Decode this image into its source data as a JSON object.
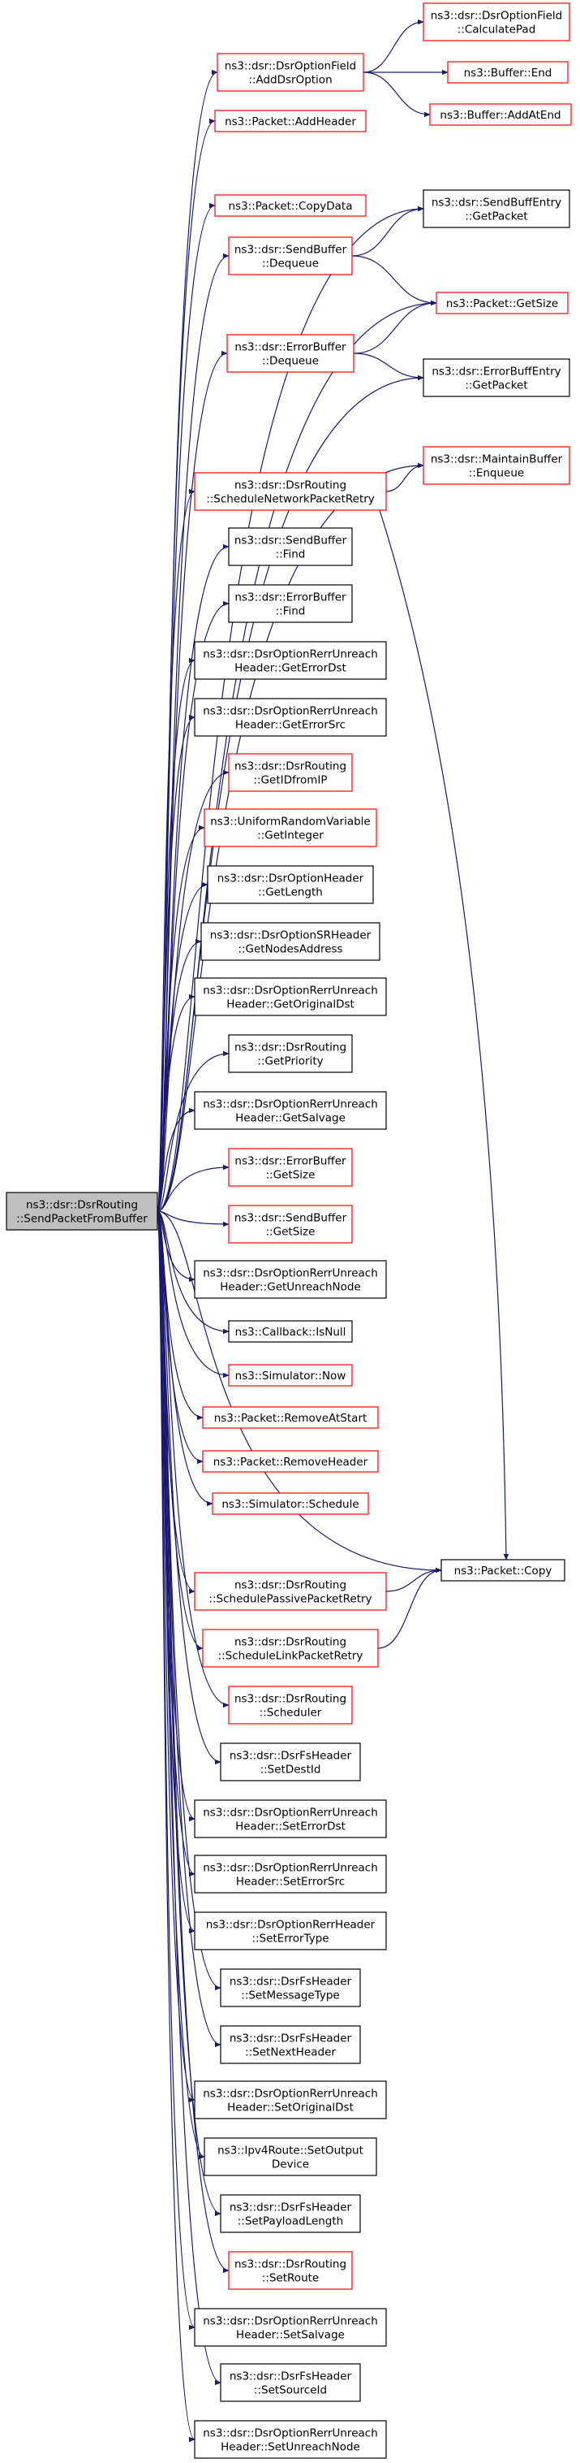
{
  "colors": {
    "edge": "#191970",
    "border_link": "#ff0000",
    "border_plain": "#000000",
    "root_fill": "#bfbfbf",
    "node_fill": "#ffffff"
  },
  "nodes": {
    "root": {
      "lines": [
        "ns3::dsr::DsrRouting",
        "::SendPacketFromBuffer"
      ],
      "style": "root"
    },
    "adddsroption": {
      "lines": [
        "ns3::dsr::DsrOptionField",
        "::AddDsrOption"
      ],
      "style": "red"
    },
    "calculatepad": {
      "lines": [
        "ns3::dsr::DsrOptionField",
        "::CalculatePad"
      ],
      "style": "red"
    },
    "bufferend": {
      "lines": [
        "ns3::Buffer::End"
      ],
      "style": "red"
    },
    "bufferaddatend": {
      "lines": [
        "ns3::Buffer::AddAtEnd"
      ],
      "style": "red"
    },
    "addheader": {
      "lines": [
        "ns3::Packet::AddHeader"
      ],
      "style": "red"
    },
    "sbegetpacket": {
      "lines": [
        "ns3::dsr::SendBuffEntry",
        "::GetPacket"
      ],
      "style": "black"
    },
    "copydata": {
      "lines": [
        "ns3::Packet::CopyData"
      ],
      "style": "red"
    },
    "sbdequeue": {
      "lines": [
        "ns3::dsr::SendBuffer",
        "::Dequeue"
      ],
      "style": "red"
    },
    "packetgetsize": {
      "lines": [
        "ns3::Packet::GetSize"
      ],
      "style": "red"
    },
    "ebdequeue": {
      "lines": [
        "ns3::dsr::ErrorBuffer",
        "::Dequeue"
      ],
      "style": "red"
    },
    "ebegetpacket": {
      "lines": [
        "ns3::dsr::ErrorBuffEntry",
        "::GetPacket"
      ],
      "style": "black"
    },
    "schednetretry": {
      "lines": [
        "ns3::dsr::DsrRouting",
        "::ScheduleNetworkPacketRetry"
      ],
      "style": "red"
    },
    "mbenqueue": {
      "lines": [
        "ns3::dsr::MaintainBuffer",
        "::Enqueue"
      ],
      "style": "red"
    },
    "sbfind": {
      "lines": [
        "ns3::dsr::SendBuffer",
        "::Find"
      ],
      "style": "black"
    },
    "ebfind": {
      "lines": [
        "ns3::dsr::ErrorBuffer",
        "::Find"
      ],
      "style": "black"
    },
    "geterrordst": {
      "lines": [
        "ns3::dsr::DsrOptionRerrUnreach",
        "Header::GetErrorDst"
      ],
      "style": "black"
    },
    "geterrorsrc": {
      "lines": [
        "ns3::dsr::DsrOptionRerrUnreach",
        "Header::GetErrorSrc"
      ],
      "style": "black"
    },
    "getidfromip": {
      "lines": [
        "ns3::dsr::DsrRouting",
        "::GetIDfromIP"
      ],
      "style": "red"
    },
    "getinteger": {
      "lines": [
        "ns3::UniformRandomVariable",
        "::GetInteger"
      ],
      "style": "red"
    },
    "getlength": {
      "lines": [
        "ns3::dsr::DsrOptionHeader",
        "::GetLength"
      ],
      "style": "black"
    },
    "getnodesaddress": {
      "lines": [
        "ns3::dsr::DsrOptionSRHeader",
        "::GetNodesAddress"
      ],
      "style": "black"
    },
    "getoriginaldst": {
      "lines": [
        "ns3::dsr::DsrOptionRerrUnreach",
        "Header::GetOriginalDst"
      ],
      "style": "black"
    },
    "getpriority": {
      "lines": [
        "ns3::dsr::DsrRouting",
        "::GetPriority"
      ],
      "style": "black"
    },
    "getsalvage": {
      "lines": [
        "ns3::dsr::DsrOptionRerrUnreach",
        "Header::GetSalvage"
      ],
      "style": "black"
    },
    "ebgetsize": {
      "lines": [
        "ns3::dsr::ErrorBuffer",
        "::GetSize"
      ],
      "style": "red"
    },
    "sbgetsize": {
      "lines": [
        "ns3::dsr::SendBuffer",
        "::GetSize"
      ],
      "style": "red"
    },
    "getunreachnode": {
      "lines": [
        "ns3::dsr::DsrOptionRerrUnreach",
        "Header::GetUnreachNode"
      ],
      "style": "black"
    },
    "callbackisnull": {
      "lines": [
        "ns3::Callback::IsNull"
      ],
      "style": "black"
    },
    "simnow": {
      "lines": [
        "ns3::Simulator::Now"
      ],
      "style": "red"
    },
    "removeatstart": {
      "lines": [
        "ns3::Packet::RemoveAtStart"
      ],
      "style": "red"
    },
    "removeheader": {
      "lines": [
        "ns3::Packet::RemoveHeader"
      ],
      "style": "red"
    },
    "simschedule": {
      "lines": [
        "ns3::Simulator::Schedule"
      ],
      "style": "red"
    },
    "packetcopy": {
      "lines": [
        "ns3::Packet::Copy"
      ],
      "style": "black"
    },
    "schedpassive": {
      "lines": [
        "ns3::dsr::DsrRouting",
        "::SchedulePassivePacketRetry"
      ],
      "style": "red"
    },
    "schedlink": {
      "lines": [
        "ns3::dsr::DsrRouting",
        "::ScheduleLinkPacketRetry"
      ],
      "style": "red"
    },
    "scheduler": {
      "lines": [
        "ns3::dsr::DsrRouting",
        "::Scheduler"
      ],
      "style": "red"
    },
    "setdestid": {
      "lines": [
        "ns3::dsr::DsrFsHeader",
        "::SetDestId"
      ],
      "style": "black"
    },
    "seterrordst": {
      "lines": [
        "ns3::dsr::DsrOptionRerrUnreach",
        "Header::SetErrorDst"
      ],
      "style": "black"
    },
    "seterrorsrc": {
      "lines": [
        "ns3::dsr::DsrOptionRerrUnreach",
        "Header::SetErrorSrc"
      ],
      "style": "black"
    },
    "seterrortype": {
      "lines": [
        "ns3::dsr::DsrOptionRerrHeader",
        "::SetErrorType"
      ],
      "style": "black"
    },
    "setmessagetype": {
      "lines": [
        "ns3::dsr::DsrFsHeader",
        "::SetMessageType"
      ],
      "style": "black"
    },
    "setnextheader": {
      "lines": [
        "ns3::dsr::DsrFsHeader",
        "::SetNextHeader"
      ],
      "style": "black"
    },
    "setoriginaldst": {
      "lines": [
        "ns3::dsr::DsrOptionRerrUnreach",
        "Header::SetOriginalDst"
      ],
      "style": "black"
    },
    "setoutputdevice": {
      "lines": [
        "ns3::Ipv4Route::SetOutput",
        "Device"
      ],
      "style": "black"
    },
    "setpayloadlength": {
      "lines": [
        "ns3::dsr::DsrFsHeader",
        "::SetPayloadLength"
      ],
      "style": "black"
    },
    "setroute": {
      "lines": [
        "ns3::dsr::DsrRouting",
        "::SetRoute"
      ],
      "style": "red"
    },
    "setsalvage": {
      "lines": [
        "ns3::dsr::DsrOptionRerrUnreach",
        "Header::SetSalvage"
      ],
      "style": "black"
    },
    "setsourceid": {
      "lines": [
        "ns3::dsr::DsrFsHeader",
        "::SetSourceId"
      ],
      "style": "black"
    },
    "setunreachnode": {
      "lines": [
        "ns3::dsr::DsrOptionRerrUnreach",
        "Header::SetUnreachNode"
      ],
      "style": "black"
    }
  },
  "edges": [
    [
      "root",
      "adddsroption"
    ],
    [
      "root",
      "addheader"
    ],
    [
      "root",
      "sbegetpacket"
    ],
    [
      "root",
      "copydata"
    ],
    [
      "root",
      "sbdequeue"
    ],
    [
      "root",
      "packetgetsize"
    ],
    [
      "root",
      "ebdequeue"
    ],
    [
      "root",
      "ebegetpacket"
    ],
    [
      "root",
      "mbenqueue"
    ],
    [
      "root",
      "schednetretry"
    ],
    [
      "root",
      "sbfind"
    ],
    [
      "root",
      "ebfind"
    ],
    [
      "root",
      "geterrordst"
    ],
    [
      "root",
      "geterrorsrc"
    ],
    [
      "root",
      "getidfromip"
    ],
    [
      "root",
      "getinteger"
    ],
    [
      "root",
      "getlength"
    ],
    [
      "root",
      "getnodesaddress"
    ],
    [
      "root",
      "getoriginaldst"
    ],
    [
      "root",
      "getpriority"
    ],
    [
      "root",
      "getsalvage"
    ],
    [
      "root",
      "ebgetsize"
    ],
    [
      "root",
      "sbgetsize"
    ],
    [
      "root",
      "getunreachnode"
    ],
    [
      "root",
      "callbackisnull"
    ],
    [
      "root",
      "simnow"
    ],
    [
      "root",
      "removeatstart"
    ],
    [
      "root",
      "removeheader"
    ],
    [
      "root",
      "simschedule"
    ],
    [
      "root",
      "packetcopy"
    ],
    [
      "root",
      "schedpassive"
    ],
    [
      "root",
      "schedlink"
    ],
    [
      "root",
      "scheduler"
    ],
    [
      "root",
      "setdestid"
    ],
    [
      "root",
      "seterrordst"
    ],
    [
      "root",
      "seterrorsrc"
    ],
    [
      "root",
      "seterrortype"
    ],
    [
      "root",
      "setmessagetype"
    ],
    [
      "root",
      "setnextheader"
    ],
    [
      "root",
      "setoriginaldst"
    ],
    [
      "root",
      "setoutputdevice"
    ],
    [
      "root",
      "setpayloadlength"
    ],
    [
      "root",
      "setroute"
    ],
    [
      "root",
      "setsalvage"
    ],
    [
      "root",
      "setsourceid"
    ],
    [
      "root",
      "setunreachnode"
    ],
    [
      "adddsroption",
      "calculatepad"
    ],
    [
      "adddsroption",
      "bufferend"
    ],
    [
      "adddsroption",
      "bufferaddatend"
    ],
    [
      "sbdequeue",
      "sbegetpacket"
    ],
    [
      "sbdequeue",
      "packetgetsize"
    ],
    [
      "ebdequeue",
      "packetgetsize"
    ],
    [
      "ebdequeue",
      "ebegetpacket"
    ],
    [
      "schednetretry",
      "mbenqueue"
    ],
    [
      "schednetretry",
      "packetcopy"
    ],
    [
      "schedpassive",
      "packetcopy"
    ],
    [
      "schedlink",
      "packetcopy"
    ]
  ]
}
